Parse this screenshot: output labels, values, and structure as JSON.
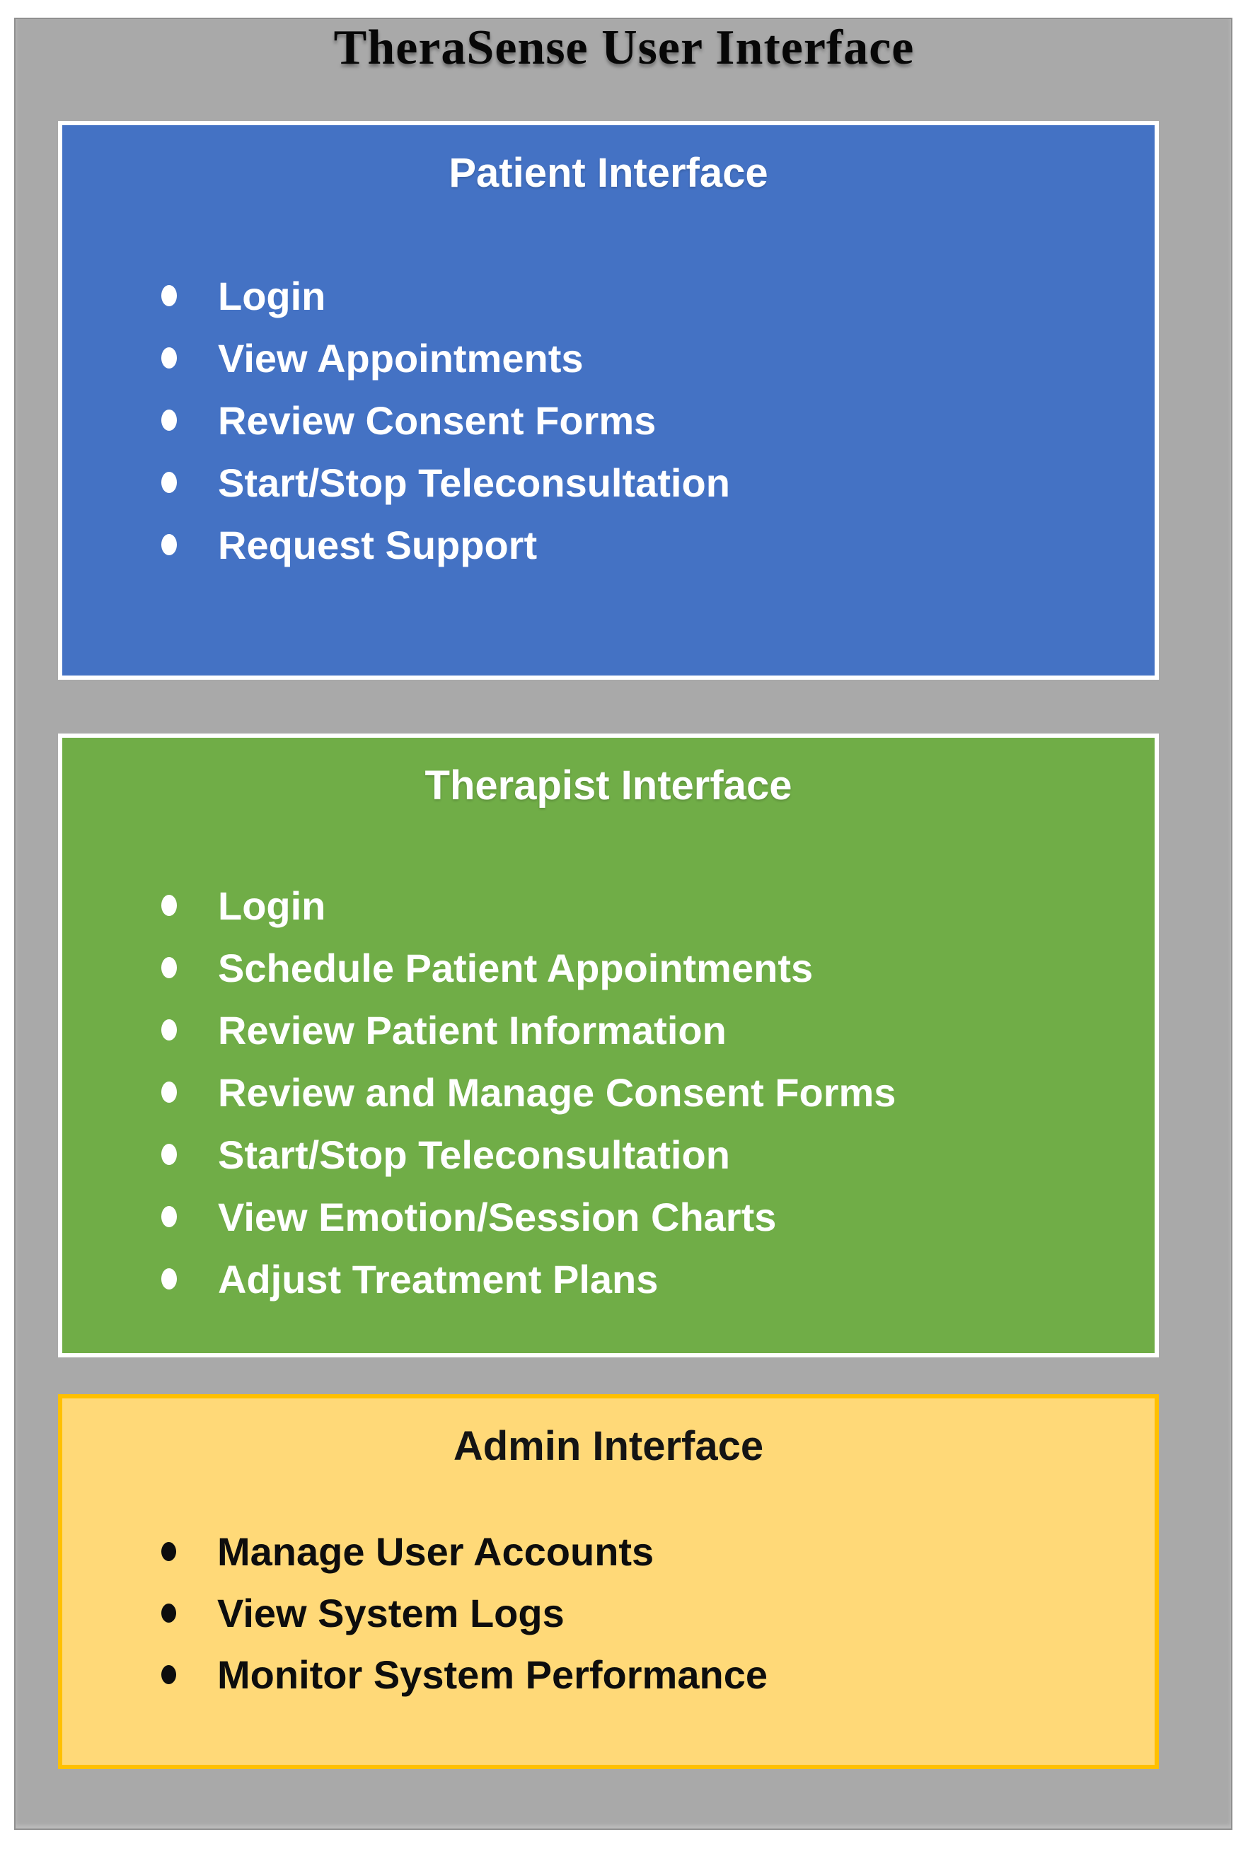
{
  "page": {
    "title": "TheraSense User Interface"
  },
  "colors": {
    "background_frame": "#A9A9A9",
    "patient_panel": "#4472C4",
    "therapist_panel": "#70AD47",
    "admin_panel_fill": "#FFD978",
    "admin_panel_border": "#FFC000",
    "panel_border_light": "#FFFFFF",
    "patient_text": "#FFFFFF",
    "therapist_text": "#FFFFFF",
    "admin_text": "#0D0D0D",
    "main_title_text": "#070707"
  },
  "panels": [
    {
      "id": "patient",
      "title": "Patient Interface",
      "items": [
        "Login",
        "View Appointments",
        "Review Consent Forms",
        "Start/Stop Teleconsultation",
        "Request Support"
      ]
    },
    {
      "id": "therapist",
      "title": "Therapist Interface",
      "items": [
        "Login",
        "Schedule Patient Appointments",
        "Review Patient Information",
        "Review and Manage Consent Forms",
        "Start/Stop Teleconsultation",
        "View Emotion/Session Charts",
        "Adjust Treatment Plans"
      ]
    },
    {
      "id": "admin",
      "title": "Admin Interface",
      "items": [
        "Manage User Accounts",
        "View System Logs",
        "Monitor System Performance"
      ]
    }
  ]
}
